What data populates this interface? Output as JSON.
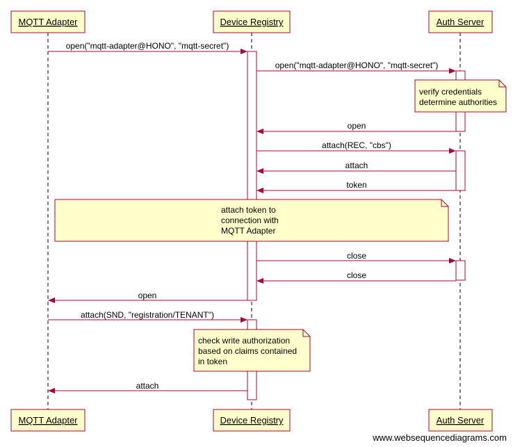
{
  "participants": [
    {
      "id": "mqtt",
      "label": "MQTT Adapter"
    },
    {
      "id": "registry",
      "label": "Device Registry"
    },
    {
      "id": "auth",
      "label": "Auth Server"
    }
  ],
  "messages": [
    {
      "from": "mqtt",
      "to": "registry",
      "label": "open(\"mqtt-adapter@HONO\", \"mqtt-secret\")"
    },
    {
      "from": "registry",
      "to": "auth",
      "label": "open(\"mqtt-adapter@HONO\", \"mqtt-secret\")"
    },
    {
      "from": "auth",
      "to": "registry",
      "label": "open"
    },
    {
      "from": "registry",
      "to": "auth",
      "label": "attach(REC, \"cbs\")"
    },
    {
      "from": "auth",
      "to": "registry",
      "label": "attach"
    },
    {
      "from": "auth",
      "to": "registry",
      "label": "token"
    },
    {
      "from": "registry",
      "to": "auth",
      "label": "close"
    },
    {
      "from": "auth",
      "to": "registry",
      "label": "close"
    },
    {
      "from": "registry",
      "to": "mqtt",
      "label": "open"
    },
    {
      "from": "mqtt",
      "to": "registry",
      "label": "attach(SND, \"registration/TENANT\")"
    },
    {
      "from": "registry",
      "to": "mqtt",
      "label": "attach"
    }
  ],
  "notes": [
    {
      "lines": [
        "verify credentials",
        "determine authorities"
      ]
    },
    {
      "lines": [
        "attach token to",
        "connection with",
        "MQTT Adapter"
      ]
    },
    {
      "lines": [
        "check write authorization",
        "based on claims contained",
        "in token"
      ]
    }
  ],
  "colors": {
    "accent": "#a80036",
    "box_fill": "#ffffcc"
  },
  "watermark": "www.websequencediagrams.com"
}
